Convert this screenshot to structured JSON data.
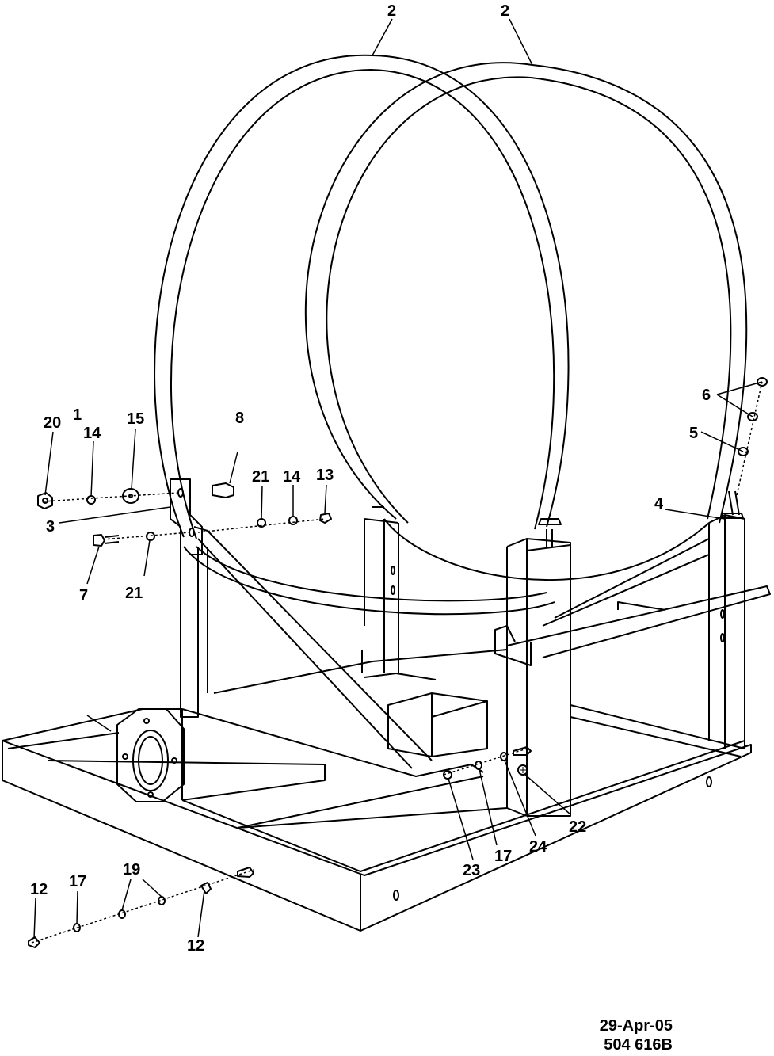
{
  "callouts": {
    "c1": "1",
    "c2a": "2",
    "c2b": "2",
    "c3": "3",
    "c4": "4",
    "c5": "5",
    "c6": "6",
    "c7": "7",
    "c8": "8",
    "c12a": "12",
    "c12b": "12",
    "c13": "13",
    "c14a": "14",
    "c14b": "14",
    "c15": "15",
    "c17a": "17",
    "c17b": "17",
    "c19": "19",
    "c20": "20",
    "c21a": "21",
    "c21b": "21",
    "c22": "22",
    "c23": "23",
    "c24": "24"
  },
  "footer": {
    "date": "29-Apr-05",
    "drawing_number": "504 616B"
  }
}
